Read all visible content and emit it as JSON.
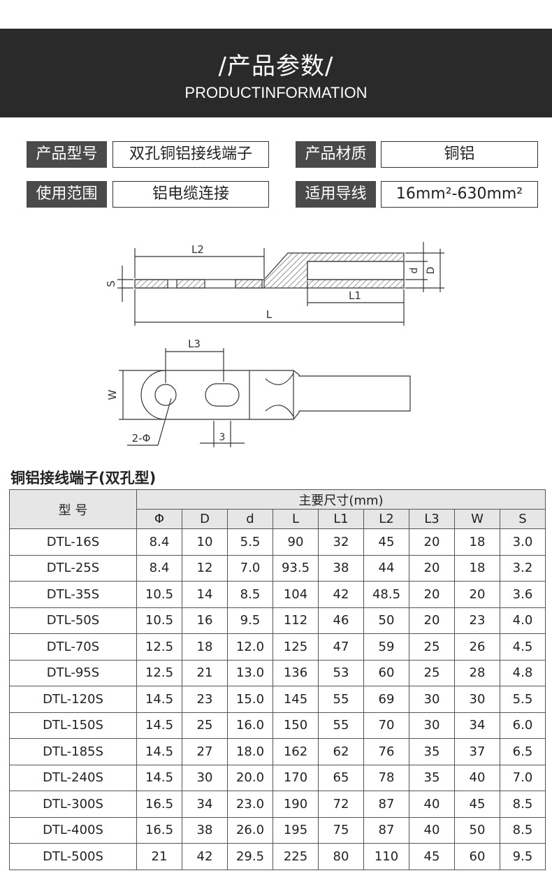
{
  "header": {
    "title": "/产品参数/",
    "subtitle": "PRODUCTINFORMATION"
  },
  "specs": {
    "model_label": "产品型号",
    "model_value": "双孔铜铝接线端子",
    "material_label": "产品材质",
    "material_value": "铜铝",
    "usage_label": "使用范围",
    "usage_value": "铝电缆连接",
    "wire_label": "适用导线",
    "wire_value": "16mm²-630mm²"
  },
  "drawing": {
    "labels": {
      "L2": "L2",
      "L": "L",
      "L1": "L1",
      "S": "S",
      "d": "d",
      "D": "D",
      "L3": "L3",
      "W": "W",
      "phi2": "2-Φ",
      "three": "3"
    },
    "colors": {
      "line": "#333333",
      "hatch": "#555555"
    }
  },
  "table": {
    "title": "铜铝接线端子(双孔型)",
    "model_header": "型 号",
    "group_header": "主要尺寸(mm)",
    "columns": [
      "Φ",
      "D",
      "d",
      "L",
      "L1",
      "L2",
      "L3",
      "W",
      "S"
    ],
    "rows": [
      {
        "model": "DTL-16S",
        "values": [
          "8.4",
          "10",
          "5.5",
          "90",
          "32",
          "45",
          "20",
          "18",
          "3.0"
        ]
      },
      {
        "model": "DTL-25S",
        "values": [
          "8.4",
          "12",
          "7.0",
          "93.5",
          "38",
          "44",
          "20",
          "18",
          "3.2"
        ]
      },
      {
        "model": "DTL-35S",
        "values": [
          "10.5",
          "14",
          "8.5",
          "104",
          "42",
          "48.5",
          "20",
          "20",
          "3.6"
        ]
      },
      {
        "model": "DTL-50S",
        "values": [
          "10.5",
          "16",
          "9.5",
          "112",
          "46",
          "50",
          "20",
          "23",
          "4.0"
        ]
      },
      {
        "model": "DTL-70S",
        "values": [
          "12.5",
          "18",
          "12.0",
          "125",
          "47",
          "59",
          "25",
          "26",
          "4.5"
        ]
      },
      {
        "model": "DTL-95S",
        "values": [
          "12.5",
          "21",
          "13.0",
          "136",
          "53",
          "60",
          "25",
          "28",
          "4.8"
        ]
      },
      {
        "model": "DTL-120S",
        "values": [
          "14.5",
          "23",
          "15.0",
          "145",
          "55",
          "69",
          "30",
          "30",
          "5.5"
        ]
      },
      {
        "model": "DTL-150S",
        "values": [
          "14.5",
          "25",
          "16.0",
          "150",
          "55",
          "70",
          "30",
          "34",
          "6.0"
        ]
      },
      {
        "model": "DTL-185S",
        "values": [
          "14.5",
          "27",
          "18.0",
          "162",
          "62",
          "76",
          "35",
          "37",
          "6.5"
        ]
      },
      {
        "model": "DTL-240S",
        "values": [
          "14.5",
          "30",
          "20.0",
          "170",
          "65",
          "78",
          "35",
          "40",
          "7.0"
        ]
      },
      {
        "model": "DTL-300S",
        "values": [
          "16.5",
          "34",
          "23.0",
          "190",
          "72",
          "87",
          "40",
          "45",
          "8.5"
        ]
      },
      {
        "model": "DTL-400S",
        "values": [
          "16.5",
          "38",
          "26.0",
          "195",
          "75",
          "87",
          "40",
          "50",
          "8.5"
        ]
      },
      {
        "model": "DTL-500S",
        "values": [
          "21",
          "42",
          "29.5",
          "225",
          "80",
          "110",
          "45",
          "60",
          "9.5"
        ]
      }
    ]
  }
}
